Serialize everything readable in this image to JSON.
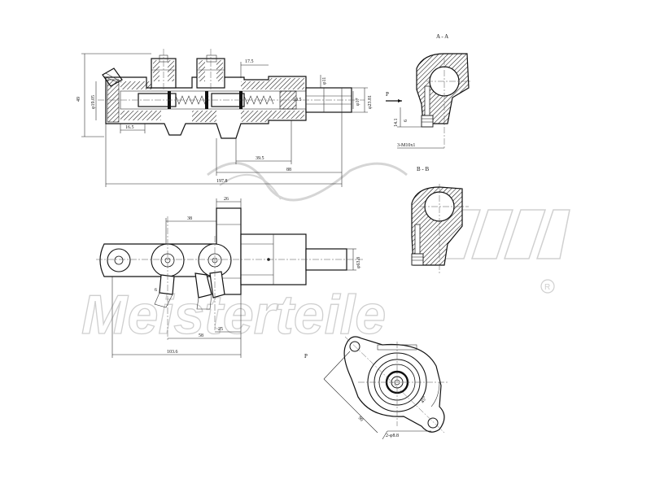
{
  "watermark": {
    "brand": "Meisterteile"
  },
  "sections": {
    "aa": "A - A",
    "bb": "B - B",
    "p_side": "P",
    "p_front": "P"
  },
  "top_view": {
    "dim_17_5": "17.5",
    "dim_49": "49",
    "dim_19_05": "φ19.05",
    "dim_16_5": "16.5",
    "dim_39_5": "39.5",
    "dim_88": "88",
    "dim_197": "197.8",
    "dim_11": "φ11",
    "dim_17": "φ17",
    "dim_23": "φ23.81",
    "dim_10_5": "10.5"
  },
  "section_aa": {
    "dim_14_1": "14.1",
    "dim_6": "6",
    "thread": "3-M10x1"
  },
  "mid_view": {
    "dim_26": "26",
    "dim_38": "38",
    "dim_63_8": "φ63.8",
    "dim_58": "58",
    "dim_25": "25",
    "dim_103_6": "103.6",
    "dim_6": "6"
  },
  "front_view": {
    "dim_90": "90",
    "holes": "2-φ8.8",
    "angle": "45°"
  }
}
